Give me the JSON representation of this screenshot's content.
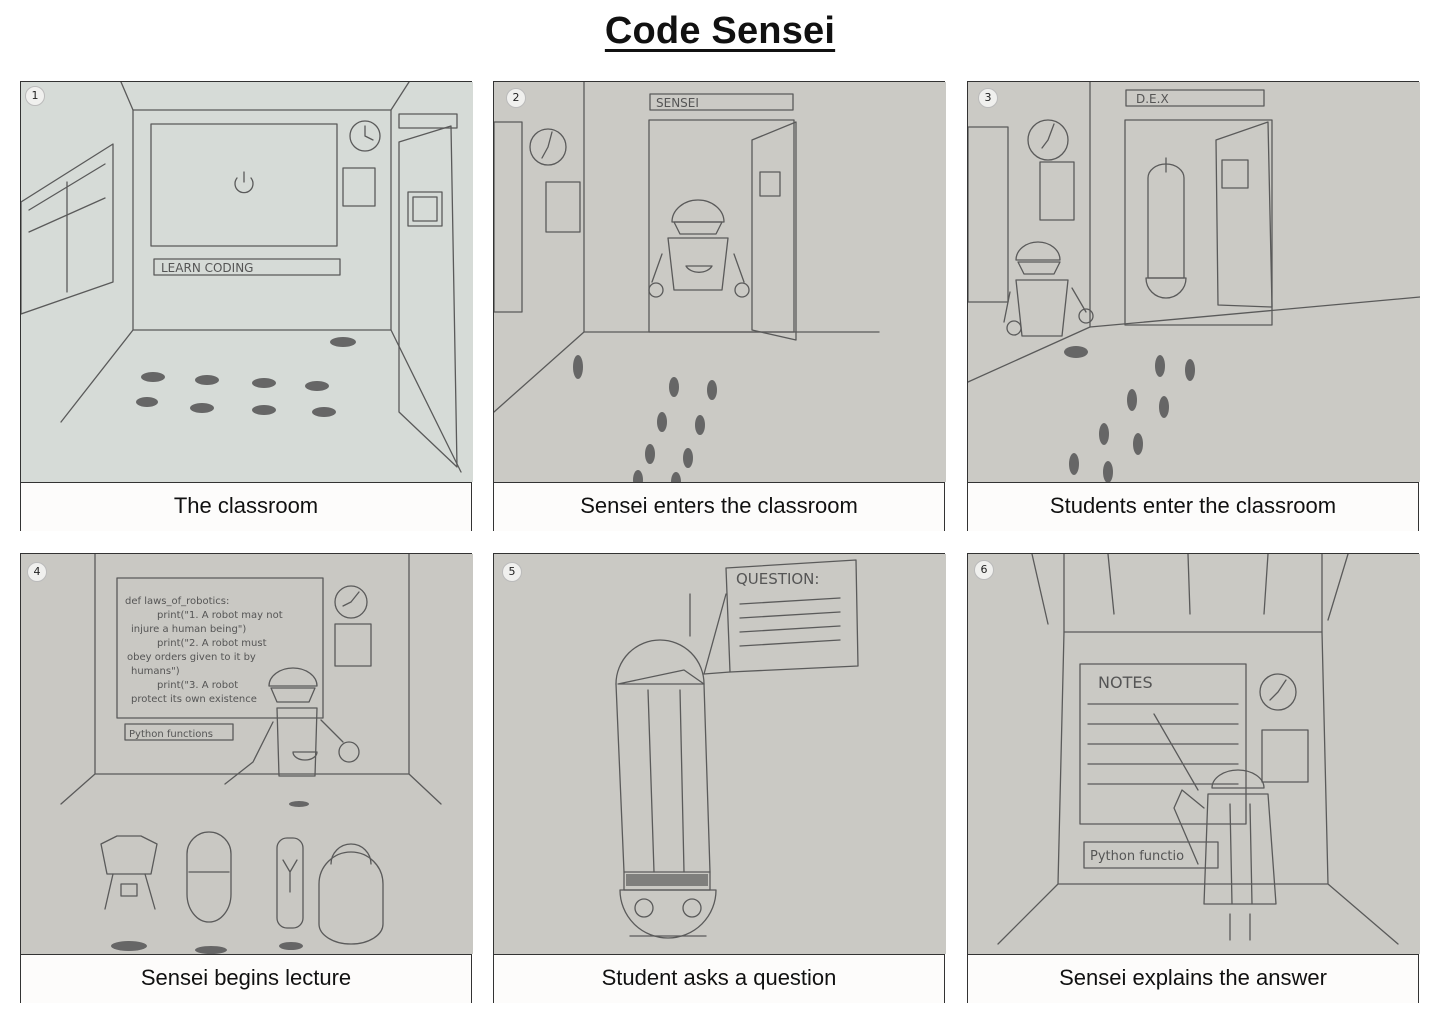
{
  "title": "Code Sensei",
  "panels": [
    {
      "number": "1",
      "caption": "The classroom",
      "board_text": "LEARN   CODING"
    },
    {
      "number": "2",
      "caption": "Sensei enters the classroom",
      "door_sign": "SENSEI"
    },
    {
      "number": "3",
      "caption": "Students enter the classroom",
      "door_sign": "D.E.X"
    },
    {
      "number": "4",
      "caption": "Sensei begins lecture",
      "board_lines": [
        "def laws_of_robotics:",
        "print(\"1. A robot may not",
        "injure a human being\")",
        "print(\"2. A robot must",
        "obey orders given to it by",
        "humans\")",
        "print(\"3. A robot",
        "protect its own existence"
      ],
      "board_label": "Python functions"
    },
    {
      "number": "5",
      "caption": "Student asks a question",
      "board_text": "QUESTION:"
    },
    {
      "number": "6",
      "caption": "Sensei explains the answer",
      "board_text": "NOTES",
      "board_label": "Python functio"
    }
  ],
  "colors": {
    "sketch_bg_1": "#d6dbd7",
    "sketch_bg": "#cbcac5",
    "pencil": "#5a5a5a"
  }
}
